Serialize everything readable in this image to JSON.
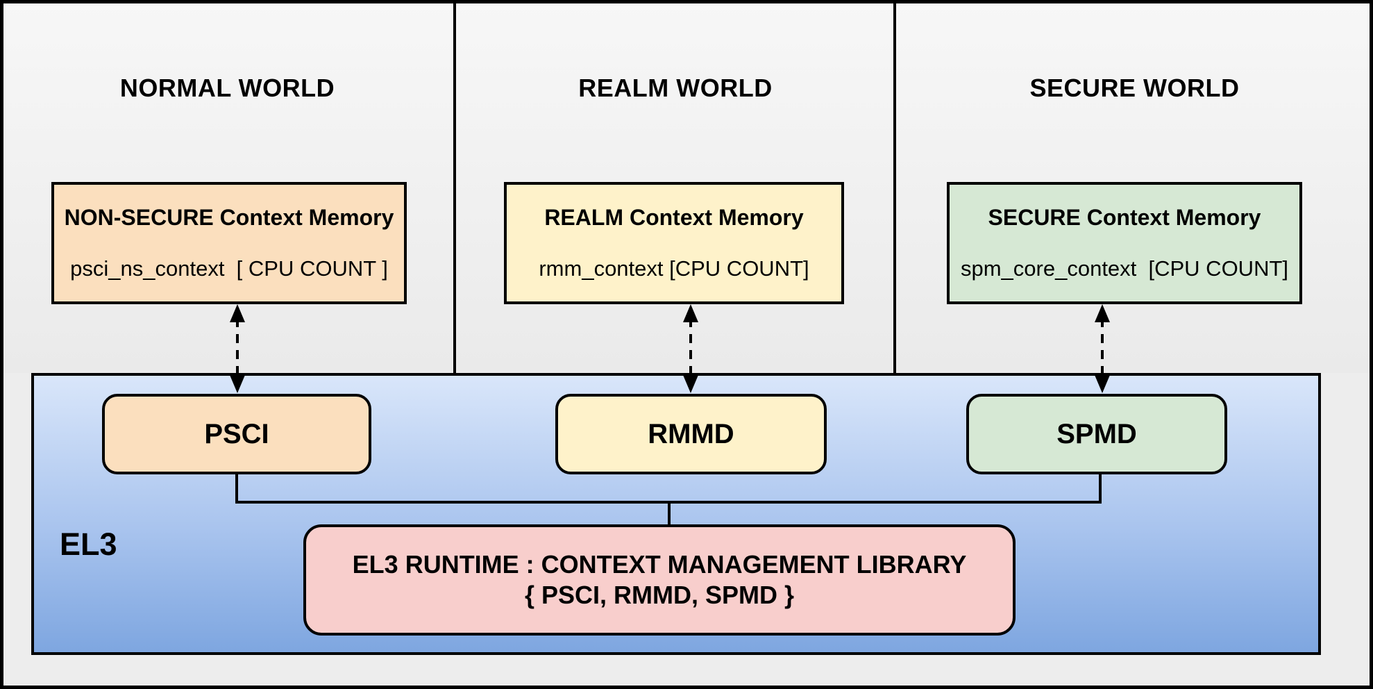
{
  "worlds": [
    {
      "title": "NORMAL WORLD",
      "memory": {
        "title": "NON-SECURE Context Memory",
        "detail": "psci_ns_context  [ CPU COUNT ]"
      },
      "module": "PSCI"
    },
    {
      "title": "REALM WORLD",
      "memory": {
        "title": "REALM Context Memory",
        "detail": "rmm_context [CPU COUNT]"
      },
      "module": "RMMD"
    },
    {
      "title": "SECURE WORLD",
      "memory": {
        "title": "SECURE Context Memory",
        "detail": "spm_core_context  [CPU COUNT]"
      },
      "module": "SPMD"
    }
  ],
  "el3": {
    "label": "EL3",
    "runtime_line1": "EL3 RUNTIME : CONTEXT MANAGEMENT LIBRARY",
    "runtime_line2": "{ PSCI, RMMD, SPMD }"
  },
  "colors": {
    "peach": "#FBDFBE",
    "yellow": "#FEF2CA",
    "green": "#D6E8D4",
    "pink": "#F8CECC",
    "el3_top": "#D9E6FA",
    "el3_bottom": "#7EA6E0",
    "line": "#000000",
    "panel_top": "#F7F7F7",
    "panel_bottom": "#EAEAEA",
    "margin_bg": "#EDEDED"
  }
}
